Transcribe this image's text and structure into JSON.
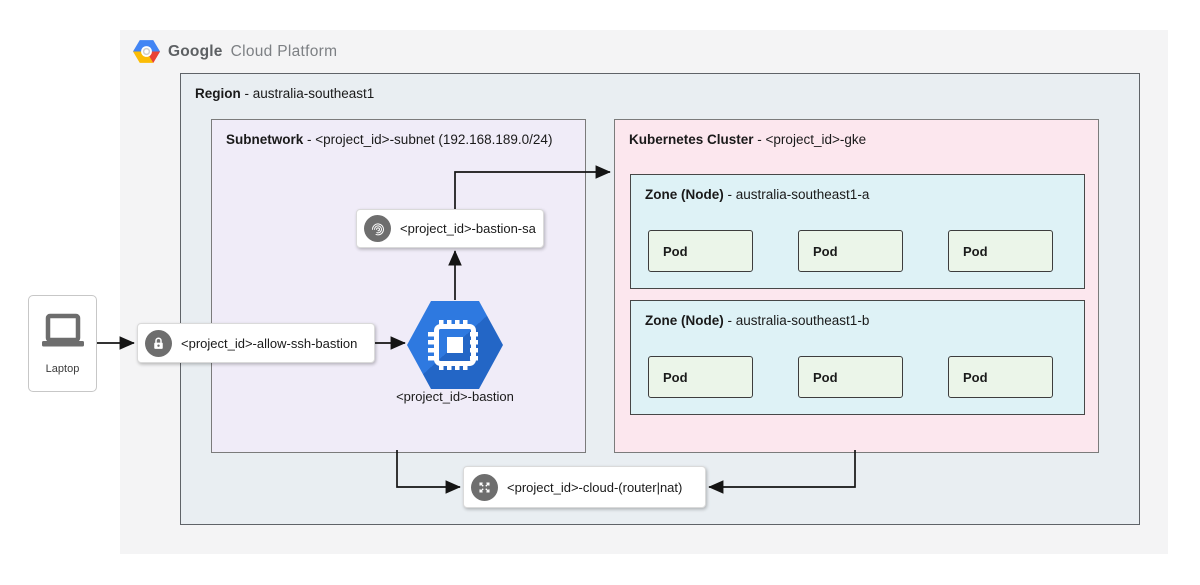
{
  "logo": {
    "part1": "Google",
    "part2": "Cloud Platform"
  },
  "region": {
    "name": "Region",
    "detail": " - australia-southeast1"
  },
  "subnetwork": {
    "name": "Subnetwork",
    "detail": " - <project_id>-subnet (192.168.189.0/24)"
  },
  "cluster": {
    "name": "Kubernetes Cluster",
    "detail": " - <project_id>-gke"
  },
  "zones": [
    {
      "name": "Zone (Node)",
      "detail": " - australia-southeast1-a",
      "pods": [
        "Pod",
        "Pod",
        "Pod"
      ]
    },
    {
      "name": "Zone (Node)",
      "detail": " - australia-southeast1-b",
      "pods": [
        "Pod",
        "Pod",
        "Pod"
      ]
    }
  ],
  "nodes": {
    "laptop": {
      "label": "Laptop",
      "icon": "laptop-icon"
    },
    "firewall": {
      "label": "<project_id>-allow-ssh-bastion",
      "icon": "lock-icon"
    },
    "service_account": {
      "label": "<project_id>-bastion-sa",
      "icon": "fingerprint-icon"
    },
    "bastion": {
      "label": "<project_id>-bastion",
      "icon": "compute-engine-icon"
    },
    "router": {
      "label": "<project_id>-cloud-(router|nat)",
      "icon": "expand-arrows-icon"
    }
  },
  "colors": {
    "panel_bg": "#f4f4f5",
    "region_bg": "#e9eef2",
    "subnet_bg": "#f0ecf8",
    "cluster_bg": "#fce7ee",
    "zone_bg": "#def2f6",
    "pod_bg": "#ebf5e9",
    "node_circle_bg": "#6e6e6e",
    "bastion_blue": "#2e79e0",
    "bastion_blue_dark": "#2366c6",
    "arrow": "#141414",
    "logo_blue": "#4285f4",
    "logo_red": "#ea4335",
    "logo_yellow": "#fbbc05"
  }
}
